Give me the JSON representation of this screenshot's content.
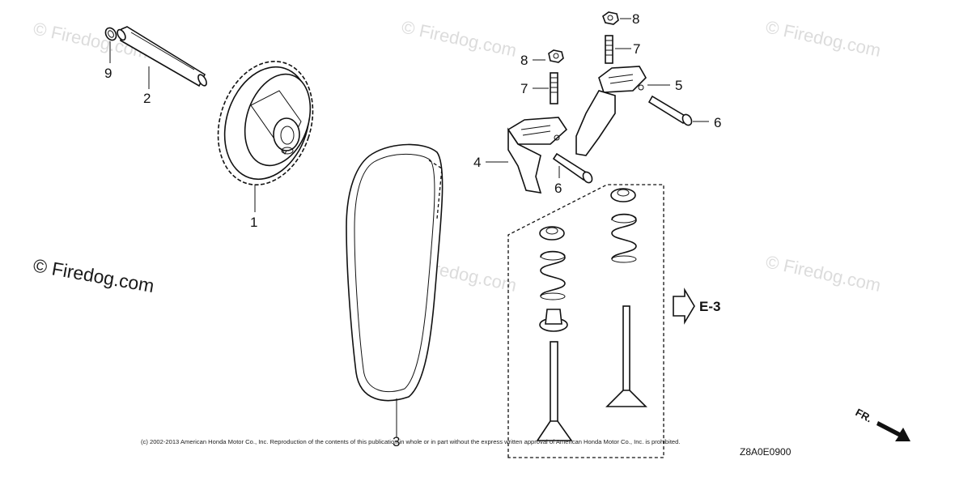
{
  "watermarks": {
    "small": [
      "© Firedog.com",
      "© Firedog.com",
      "© Firedog.com",
      "© Firedog.com",
      "© Firedog.com"
    ],
    "large": "© Firedog.com"
  },
  "callouts": {
    "camshaft_pulley": "1",
    "pulley_shaft": "2",
    "timing_belt": "3",
    "rocker_arm_a": "4",
    "rocker_arm_b": "5",
    "pivot_bolt_a": "6",
    "pivot_bolt_b": "6",
    "adjusting_screw_a": "7",
    "adjusting_screw_b": "7",
    "nut_a": "8",
    "nut_b": "8",
    "washer": "9"
  },
  "reference": {
    "label": "E-3"
  },
  "direction": {
    "label": "FR."
  },
  "footer": {
    "copyright": "(c) 2002-2013 American Honda Motor Co., Inc. Reproduction of the contents of this publication in whole or in part without the express written approval of American Honda Motor Co., Inc. is prohibited.",
    "diagram_code": "Z8A0E0900"
  },
  "colors": {
    "line": "#111111",
    "watermark": "#dcdcdc"
  }
}
